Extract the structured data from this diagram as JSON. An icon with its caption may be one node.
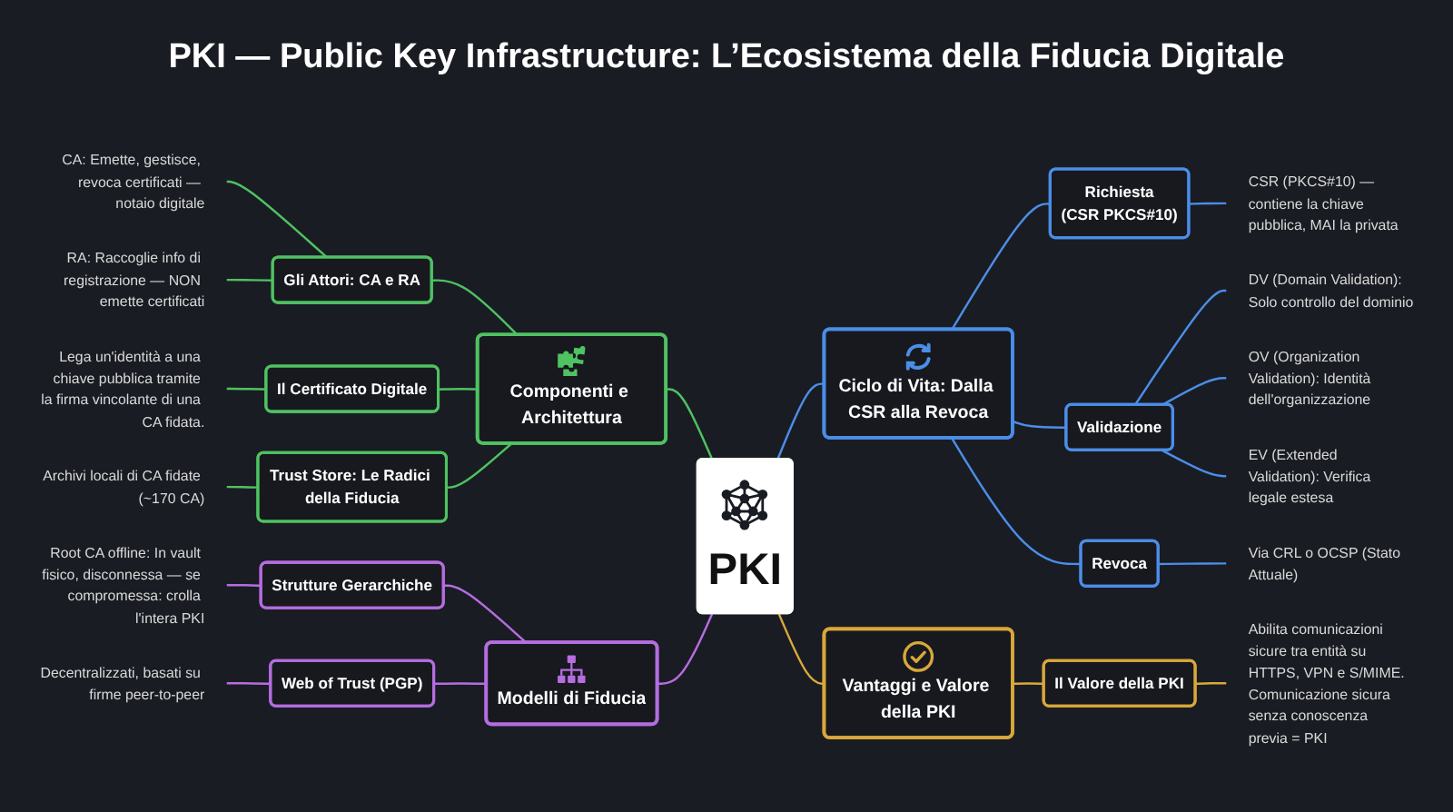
{
  "diagram": {
    "title": "PKI — Public Key Infrastructure: L’Ecosistema della Fiducia Digitale",
    "nodes": [
      {
        "text": [
          "PKI"
        ]
      },
      {
        "text": [
          "Componenti e Architettura"
        ]
      },
      {
        "text": [
          "Gli Attori: CA e RA"
        ]
      },
      {
        "text": [
          "CA: Emette, gestisce, revoca certificati — notaio digitale"
        ]
      },
      {
        "text": [
          "RA: Raccoglie info di registrazione — NON emette certificati"
        ]
      },
      {
        "text": [
          "Il Certificato Digitale"
        ]
      },
      {
        "text": [
          "Lega un'identità a una chiave pubblica tramite la firma vincolante di una CA fidata."
        ]
      },
      {
        "text": [
          "Trust Store: Le Radici della Fiducia"
        ]
      },
      {
        "text": [
          "Archivi locali di CA fidate (~170 CA)"
        ]
      },
      {
        "text": [
          "Modelli di Fiducia"
        ]
      },
      {
        "text": [
          "Strutture Gerarchiche"
        ]
      },
      {
        "text": [
          "Root CA offline: In vault fisico, disconnessa — se compromessa: crolla l'intera PKI"
        ]
      },
      {
        "text": [
          "Web of Trust (PGP)"
        ]
      },
      {
        "text": [
          "Decentralizzati, basati su firme peer-to-peer"
        ]
      },
      {
        "text": [
          "Ciclo di Vita: Dalla CSR alla Revoca"
        ]
      },
      {
        "text": [
          "Richiesta",
          "(CSR PKCS#10)"
        ]
      },
      {
        "text": [
          "CSR (PKCS#10) — contiene la chiave pubblica, MAI la privata"
        ]
      },
      {
        "text": [
          "Validazione"
        ]
      },
      {
        "text": [
          "DV (Domain Validation): Solo controllo del dominio"
        ]
      },
      {
        "text": [
          "OV (Organization Validation): Identità dell'organizzazione"
        ]
      },
      {
        "text": [
          "EV (Extended Validation): Verifica legale estesa"
        ]
      },
      {
        "text": [
          "Revoca"
        ]
      },
      {
        "text": [
          "Via CRL o OCSP (Stato Attuale)"
        ]
      },
      {
        "text": [
          "Vantaggi e Valore della PKI"
        ]
      },
      {
        "text": [
          "Il Valore della PKI"
        ]
      },
      {
        "text": [
          "Abilita comunicazioni sicure tra entità su HTTPS, VPN e S/MIME. Comunicazione sicura senza conoscenza previa = PKI"
        ]
      }
    ],
    "edges": [
      {
        "from": 1,
        "to": 0,
        "arrow": "none",
        "color": "#4fc262"
      },
      {
        "from": 2,
        "to": 1,
        "arrow": "none",
        "color": "#4fc262"
      },
      {
        "from": 3,
        "to": 2,
        "arrow": "none",
        "color": "#4fc262"
      },
      {
        "from": 4,
        "to": 2,
        "arrow": "none",
        "color": "#4fc262"
      },
      {
        "from": 5,
        "to": 1,
        "arrow": "none",
        "color": "#4fc262"
      },
      {
        "from": 6,
        "to": 5,
        "arrow": "none",
        "color": "#4fc262"
      },
      {
        "from": 7,
        "to": 1,
        "arrow": "none",
        "color": "#4fc262"
      },
      {
        "from": 8,
        "to": 7,
        "arrow": "none",
        "color": "#4fc262"
      },
      {
        "from": 9,
        "to": 0,
        "arrow": "none",
        "color": "#b56de0"
      },
      {
        "from": 10,
        "to": 9,
        "arrow": "none",
        "color": "#b56de0"
      },
      {
        "from": 11,
        "to": 10,
        "arrow": "none",
        "color": "#b56de0"
      },
      {
        "from": 12,
        "to": 9,
        "arrow": "none",
        "color": "#b56de0"
      },
      {
        "from": 13,
        "to": 12,
        "arrow": "none",
        "color": "#b56de0"
      },
      {
        "from": 0,
        "to": 14,
        "arrow": "none",
        "color": "#4b8ee8"
      },
      {
        "from": 14,
        "to": 15,
        "arrow": "none",
        "color": "#4b8ee8"
      },
      {
        "from": 15,
        "to": 16,
        "arrow": "none",
        "color": "#4b8ee8"
      },
      {
        "from": 14,
        "to": 17,
        "arrow": "none",
        "color": "#4b8ee8"
      },
      {
        "from": 17,
        "to": 18,
        "arrow": "none",
        "color": "#4b8ee8"
      },
      {
        "from": 17,
        "to": 19,
        "arrow": "none",
        "color": "#4b8ee8"
      },
      {
        "from": 17,
        "to": 20,
        "arrow": "none",
        "color": "#4b8ee8"
      },
      {
        "from": 14,
        "to": 21,
        "arrow": "none",
        "color": "#4b8ee8"
      },
      {
        "from": 21,
        "to": 22,
        "arrow": "none",
        "color": "#4b8ee8"
      },
      {
        "from": 0,
        "to": 23,
        "arrow": "none",
        "color": "#d9a83b"
      },
      {
        "from": 23,
        "to": 24,
        "arrow": "none",
        "color": "#d9a83b"
      },
      {
        "from": 24,
        "to": 25,
        "arrow": "none",
        "color": "#d9a83b"
      }
    ]
  }
}
